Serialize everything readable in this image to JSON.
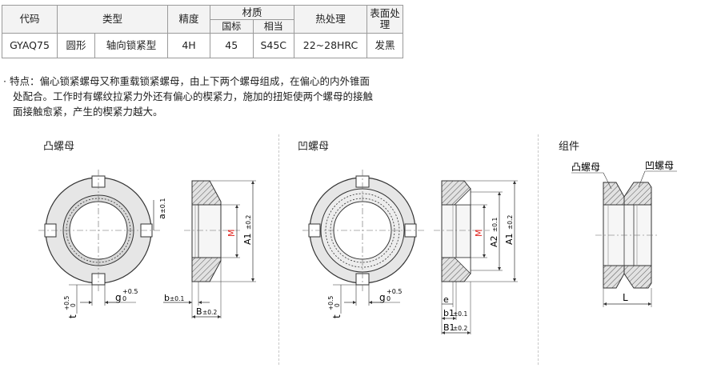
{
  "table": {
    "headers": {
      "code": "代码",
      "type": "类型",
      "precision": "精度",
      "material": "材质",
      "material_std": "国标",
      "material_equiv": "相当",
      "heat": "热处理",
      "surface": "表面处理"
    },
    "row": {
      "code": "GYAQ75",
      "shape": "圆形",
      "lock": "轴向锁紧型",
      "precision": "4H",
      "std": "45",
      "equiv": "S45C",
      "heat": "22~28HRC",
      "surface": "发黑"
    }
  },
  "description": {
    "line1": "· 特点：偏心锁紧螺母又称重载锁紧螺母，由上下两个螺母组成，在偏心的内外锥面",
    "line2": "处配合。工作时有螺纹拉紧力外还有偏心的楔紧力，施加的扭矩使两个螺母的接触",
    "line3": "面接触愈紧，产生的楔紧力越大。"
  },
  "sections": {
    "convex": "凸螺母",
    "concave": "凹螺母",
    "assembly": "组件",
    "assembly_convex": "凸螺母",
    "assembly_concave": "凹螺母"
  },
  "dims": {
    "a": "a",
    "a_tol": "±0.1",
    "M": "M",
    "A1": "A1",
    "A1_tol": "±0.2",
    "A2": "A2",
    "A2_tol": "±0.1",
    "g": "g",
    "g_upper": "+0.5",
    "g_lower": "0",
    "t": "t",
    "t_upper": "+0.5",
    "t_lower": "0",
    "b": "b",
    "b_tol": "±0.1",
    "B": "B",
    "B_tol": "±0.2",
    "e": "e",
    "b1": "b1",
    "b1_tol": "±0.1",
    "B1": "B1",
    "B1_tol": "±0.2",
    "L": "L"
  },
  "colors": {
    "accent_red": "#e0201a",
    "hatch": "#555555",
    "fill": "#e6e6e6"
  }
}
